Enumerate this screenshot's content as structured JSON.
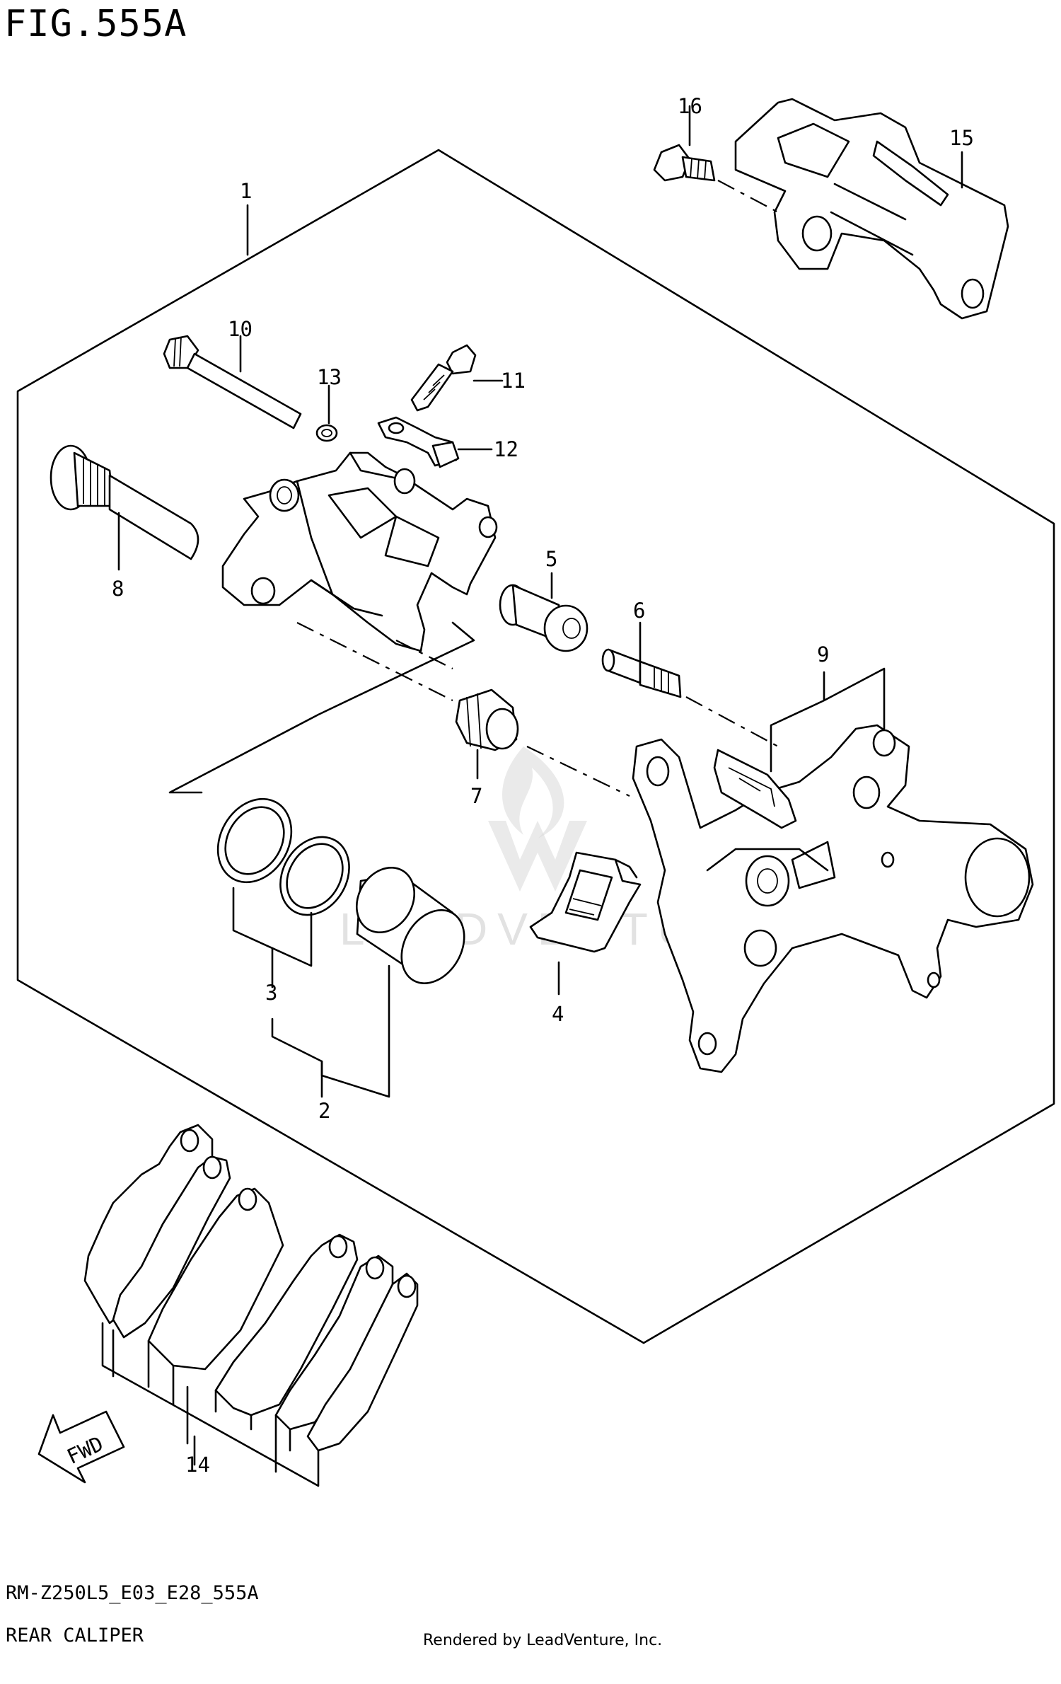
{
  "figure": {
    "title": "FIG.555A",
    "code": "RM-Z250L5_E03_E28_555A",
    "name": "REAR CALIPER",
    "rendered_by": "Rendered by LeadVenture, Inc.",
    "watermark": "LEADVENTURE",
    "direction_badge": "FWD"
  },
  "callouts": [
    {
      "id": "1",
      "part": "caliper-assembly"
    },
    {
      "id": "2",
      "part": "piston-set"
    },
    {
      "id": "3",
      "part": "seal-set"
    },
    {
      "id": "4",
      "part": "pad-spring"
    },
    {
      "id": "5",
      "part": "boot"
    },
    {
      "id": "6",
      "part": "pin"
    },
    {
      "id": "7",
      "part": "boot"
    },
    {
      "id": "8",
      "part": "slide-pin"
    },
    {
      "id": "9",
      "part": "bracket"
    },
    {
      "id": "10",
      "part": "pad-pin"
    },
    {
      "id": "11",
      "part": "bleeder-valve"
    },
    {
      "id": "12",
      "part": "bleeder-cap"
    },
    {
      "id": "13",
      "part": "o-ring"
    },
    {
      "id": "14",
      "part": "brake-pad-set"
    },
    {
      "id": "15",
      "part": "caliper-guard"
    },
    {
      "id": "16",
      "part": "bolt"
    }
  ]
}
